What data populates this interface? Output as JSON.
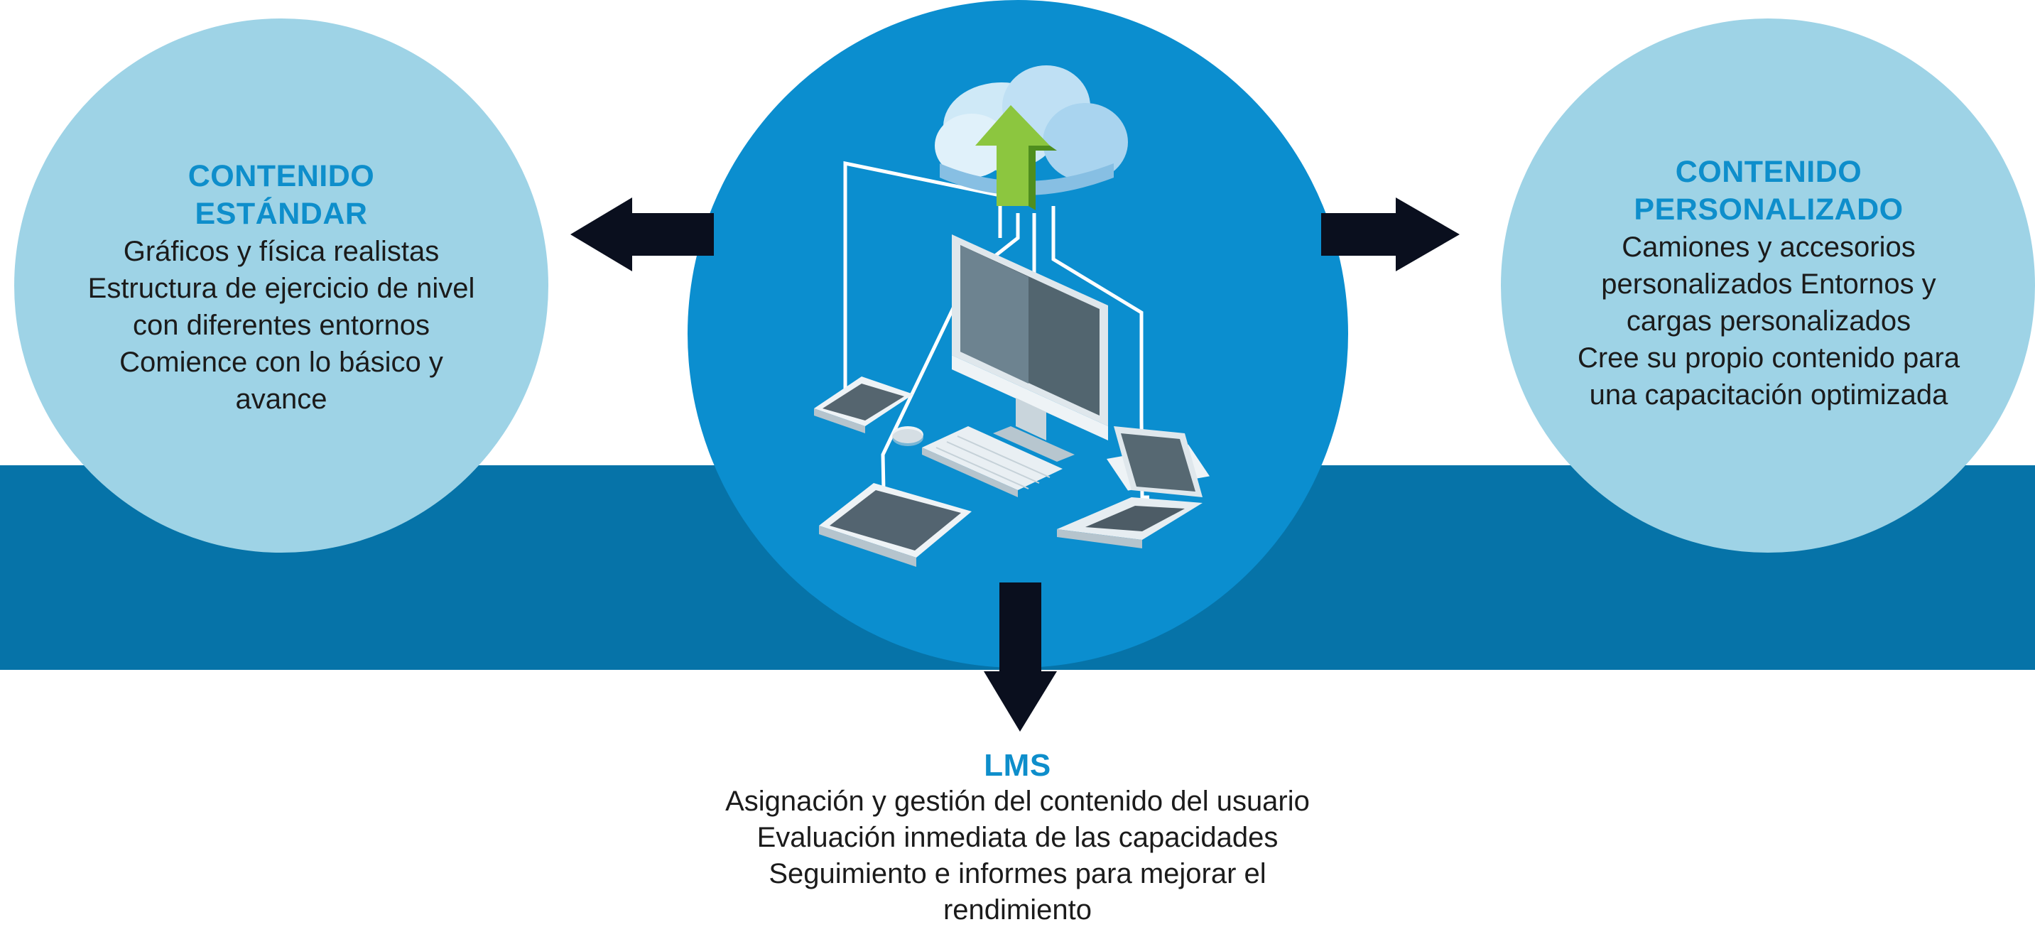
{
  "standard": {
    "title_line1": "CONTENIDO",
    "title_line2": "ESTÁNDAR",
    "lines": [
      "Gráficos y física realistas",
      "Estructura de ejercicio de nivel",
      "con diferentes entornos",
      "Comience con lo básico y",
      "avance"
    ]
  },
  "custom": {
    "title_line1": "CONTENIDO",
    "title_line2": "PERSONALIZADO",
    "lines": [
      "Camiones y accesorios",
      "personalizados Entornos y",
      "cargas personalizados",
      "Cree su propio contenido para",
      "una capacitación optimizada"
    ]
  },
  "lms": {
    "title": "LMS",
    "lines": [
      "Asignación y gestión del contenido del usuario",
      "Evaluación inmediata de las capacidades",
      "Seguimiento e informes para mejorar el",
      "rendimiento"
    ]
  },
  "colors": {
    "band": "#0673a8",
    "side_circles": "#9ed3e6",
    "center_circle": "#0b8ecf",
    "title_text": "#0e8ecb",
    "arrows": "#0a0f1e"
  },
  "icons": [
    "cloud-upload-icon",
    "monitor-icon",
    "keyboard-icon",
    "mouse-icon",
    "smartphone-icon",
    "tablet-icon",
    "laptop-icon"
  ]
}
